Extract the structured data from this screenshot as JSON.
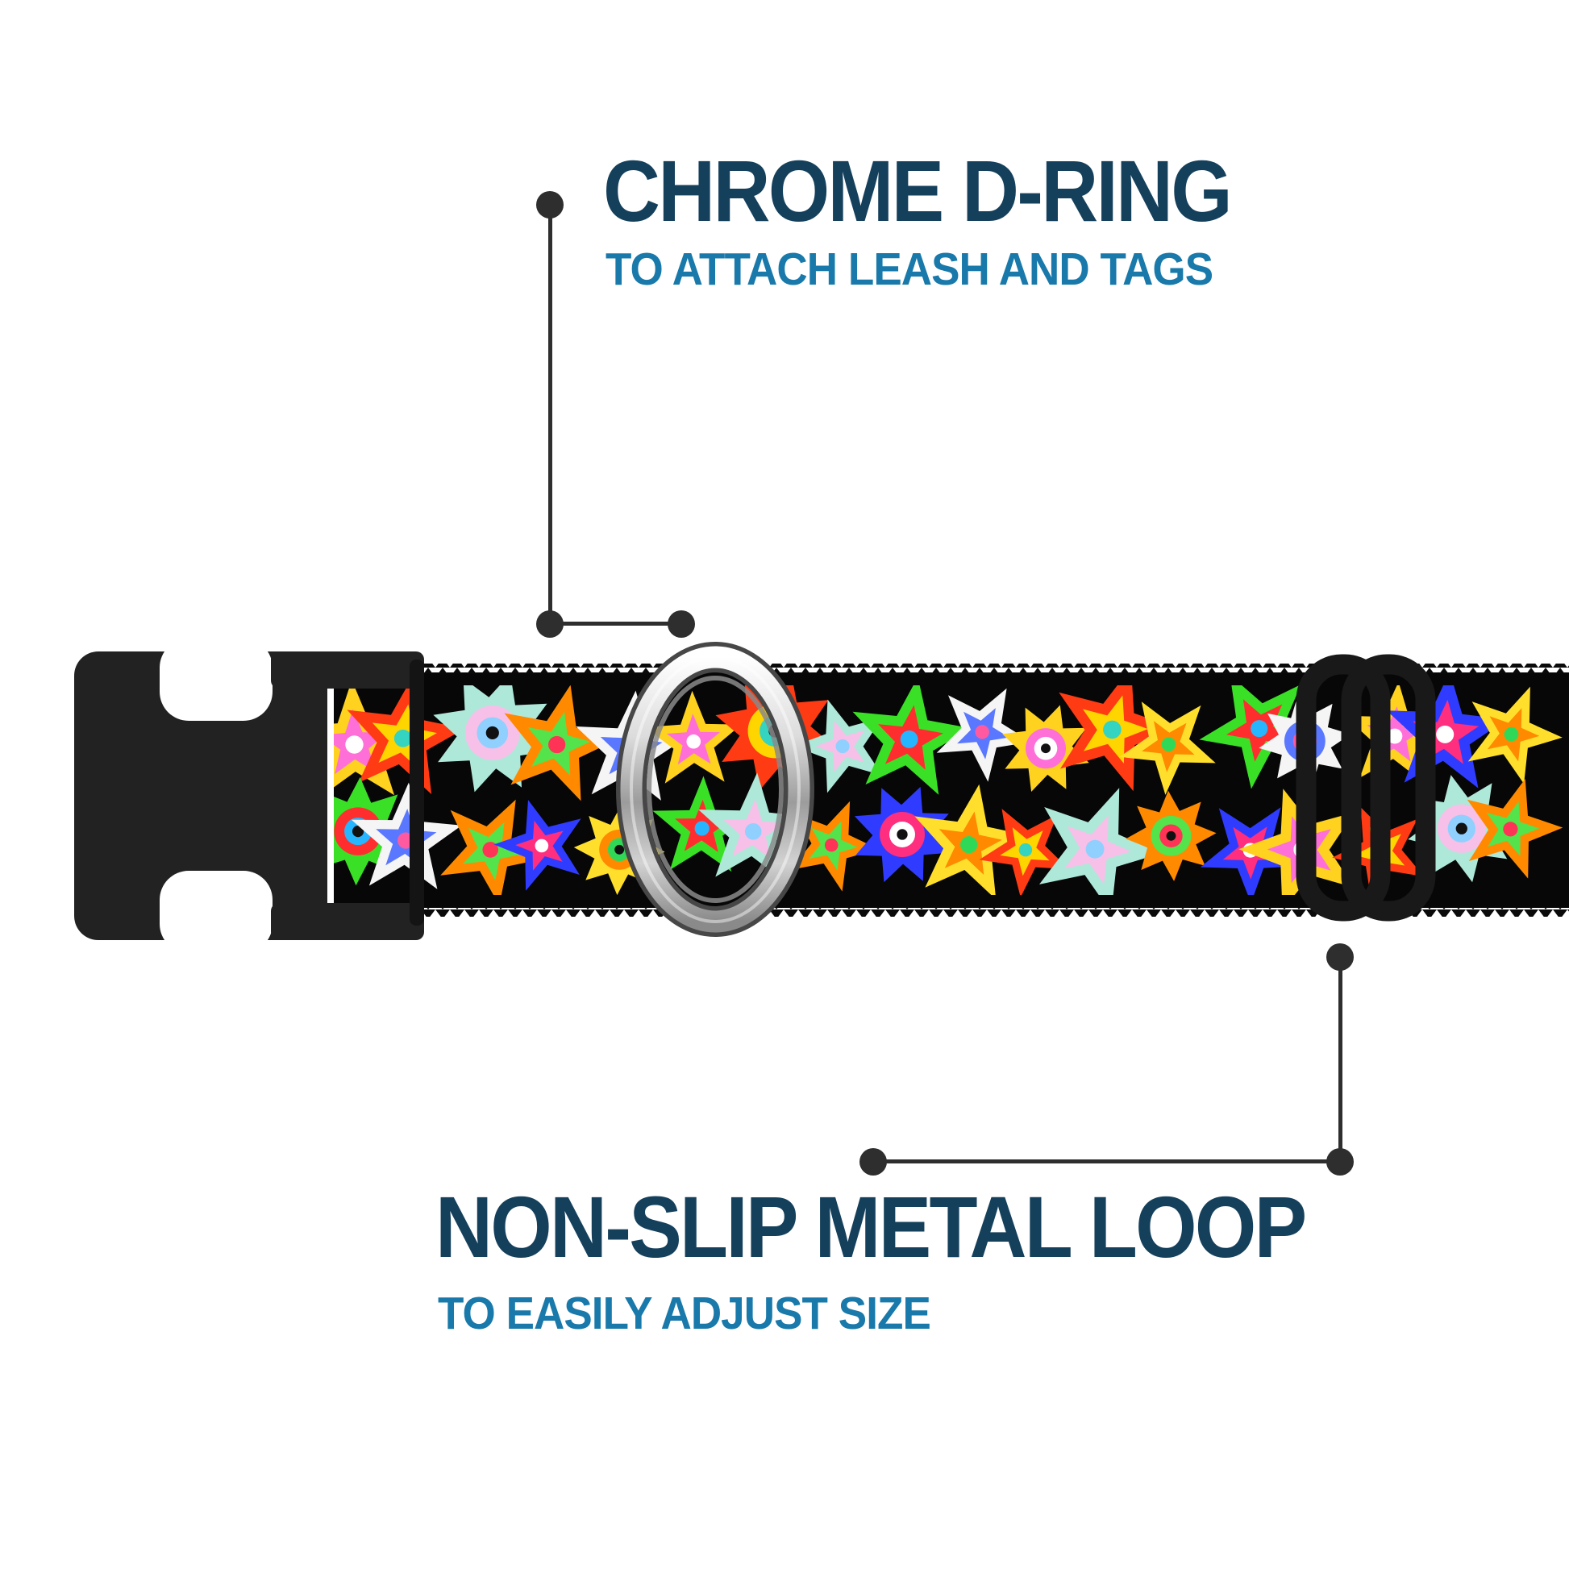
{
  "annotations": {
    "top": {
      "title": "CHROME D-RING",
      "subtitle": "TO ATTACH LEASH AND TAGS"
    },
    "bottom": {
      "title": "NON-SLIP METAL LOOP",
      "subtitle": "TO EASILY ADJUST SIZE"
    }
  },
  "colors": {
    "title": "#15405c",
    "subtitle": "#1879aa",
    "callout": "#2e2e2e",
    "buckle": "#222222",
    "slider": "#191919",
    "webbing": "#070707",
    "silver_light": "#f4f4f4",
    "silver_dark": "#8a8a8a"
  },
  "collar": {
    "webbing_pattern": "psychedelic-stars-on-black",
    "star_palette": [
      [
        "#ffd21f",
        "#ff6fd8",
        "#ffffff"
      ],
      [
        "#ff8a00",
        "#54e34a",
        "#ff3355"
      ],
      [
        "#39e026",
        "#ff2e2e",
        "#26b6ff"
      ],
      [
        "#ff3b14",
        "#ffd500",
        "#35d4c0"
      ],
      [
        "#2f3cff",
        "#ff2e7e",
        "#ffffff"
      ],
      [
        "#f5f5f5",
        "#5a78ff",
        "#ff5aa0"
      ],
      [
        "#aee8d8",
        "#f7c0e8",
        "#8fd0ff"
      ],
      [
        "#ffdf2b",
        "#ff8a00",
        "#2fd957"
      ]
    ]
  }
}
